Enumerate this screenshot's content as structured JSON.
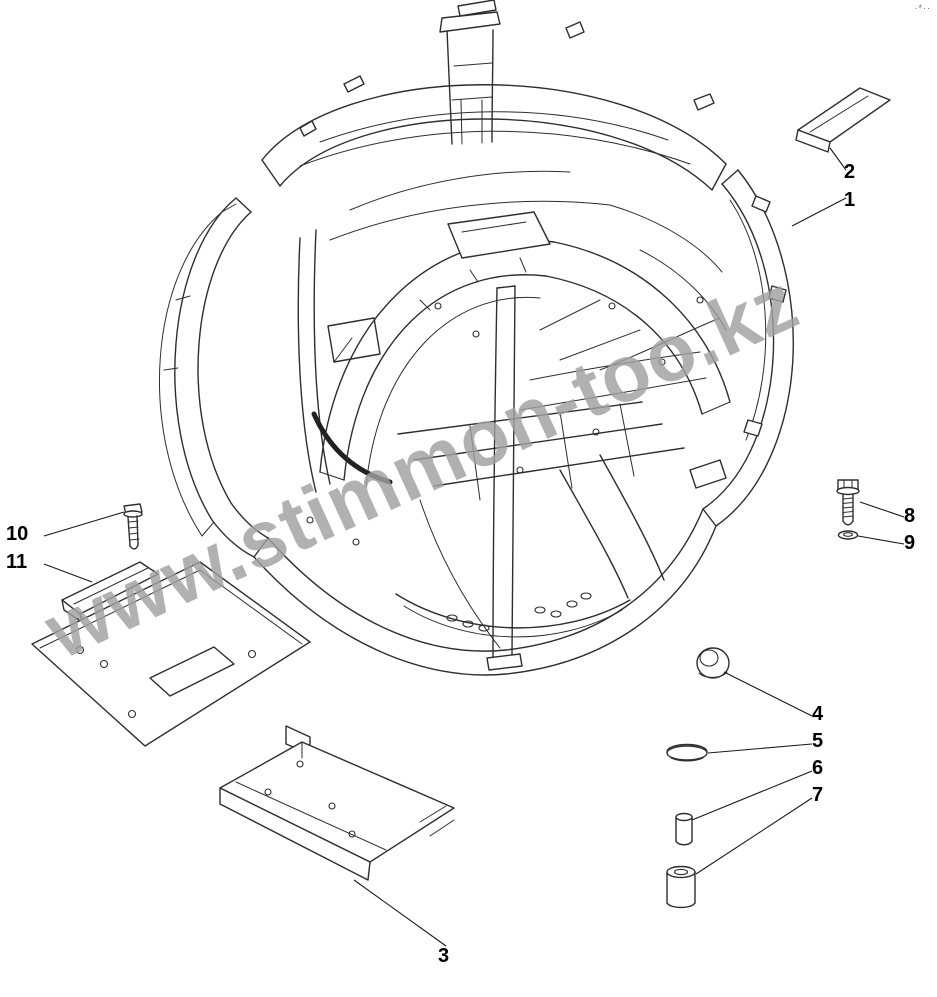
{
  "colors": {
    "background": "#ffffff",
    "line": "#2e2e2e",
    "watermark": "#a0a0a0",
    "label": "#000000"
  },
  "watermark": {
    "text": "www.stimmon-too.kz"
  },
  "corner_mark": "·*··",
  "callouts": [
    {
      "label": "1"
    },
    {
      "label": "2"
    },
    {
      "label": "3"
    },
    {
      "label": "4"
    },
    {
      "label": "5"
    },
    {
      "label": "6"
    },
    {
      "label": "7"
    },
    {
      "label": "8"
    },
    {
      "label": "9"
    },
    {
      "label": "10"
    },
    {
      "label": "11"
    }
  ]
}
